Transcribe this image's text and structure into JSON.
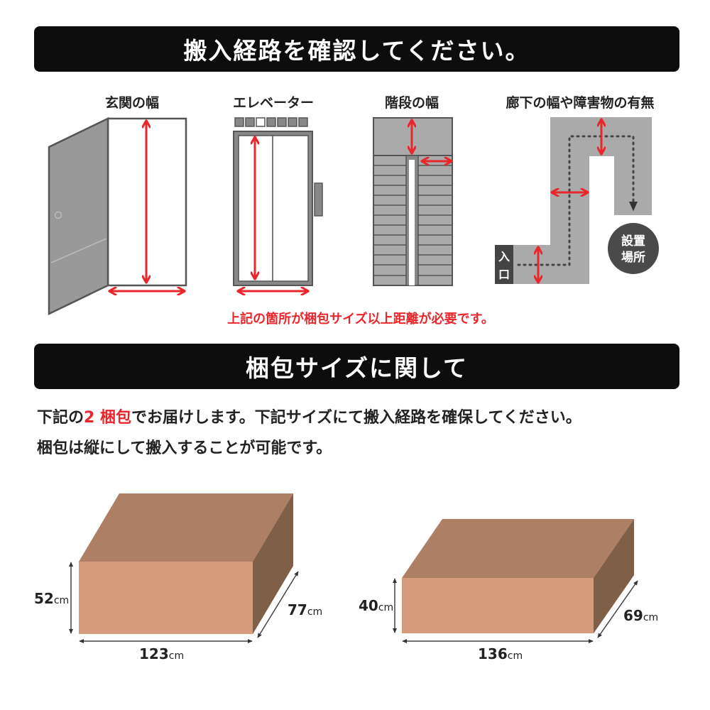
{
  "section1": {
    "title": "搬入経路を確認してください。",
    "labels": [
      "玄関の幅",
      "エレベーター",
      "階段の幅",
      "廊下の幅や障害物の有無"
    ],
    "entrance": [
      "入",
      "口"
    ],
    "destination": [
      "設置",
      "場所"
    ],
    "note": "上記の箇所が梱包サイズ以上距離が必要です。"
  },
  "section2": {
    "title": "梱包サイズに関して",
    "line1_pre": "下記の",
    "line1_highlight": "2 梱包",
    "line1_post": "でお届けします。下記サイズにて搬入経路を確保してください。",
    "line2": "梱包は縦にして搬入することが可能です。"
  },
  "packages": [
    {
      "height": "52",
      "width": "123",
      "depth": "77",
      "unit": "cm"
    },
    {
      "height": "40",
      "width": "136",
      "depth": "69",
      "unit": "cm"
    }
  ],
  "colors": {
    "accent": "#e8262b",
    "box_front": "#d59b7a",
    "box_top": "#ad7f65",
    "box_side": "#7f5f48"
  }
}
